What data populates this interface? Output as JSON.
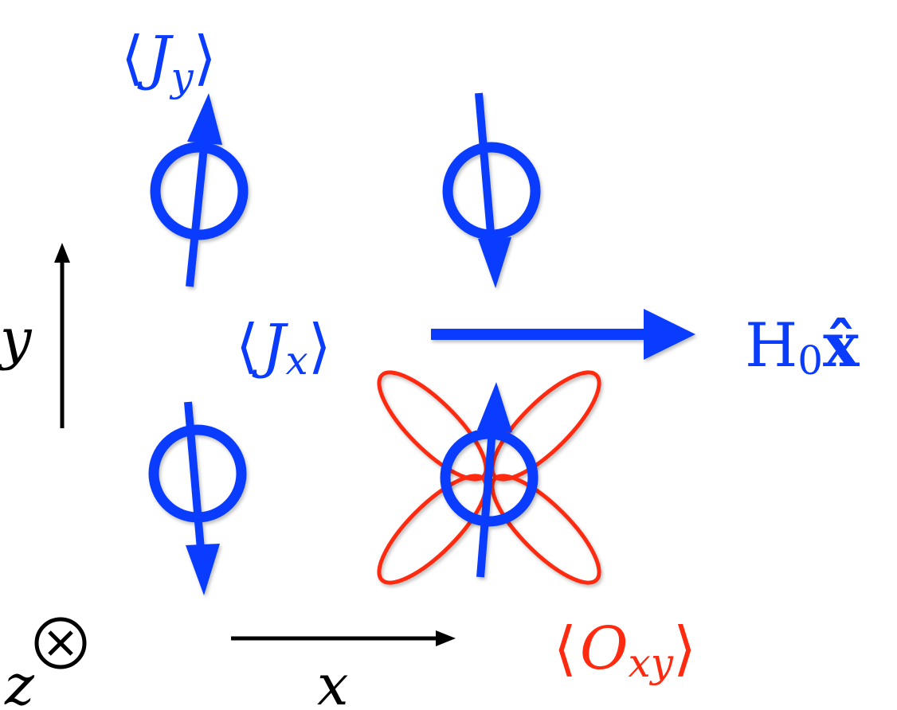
{
  "colors": {
    "spin": "#0a3cff",
    "quadrupole": "#ff2a10",
    "axis": "#000000"
  },
  "labels": {
    "jy": {
      "open": "⟨",
      "sym": "J",
      "sub": "y",
      "close": "⟩"
    },
    "jx": {
      "open": "⟨",
      "sym": "J",
      "sub": "x",
      "close": "⟩"
    },
    "oxy": {
      "open": "⟨",
      "sym": "O",
      "sub": "xy",
      "close": "⟩"
    },
    "field": {
      "sym": "H",
      "sub": "0",
      "vec": "x̂"
    }
  },
  "axes": {
    "x_label": "x",
    "y_label": "y",
    "z_label": "z",
    "z_icon": "into-page-icon"
  }
}
